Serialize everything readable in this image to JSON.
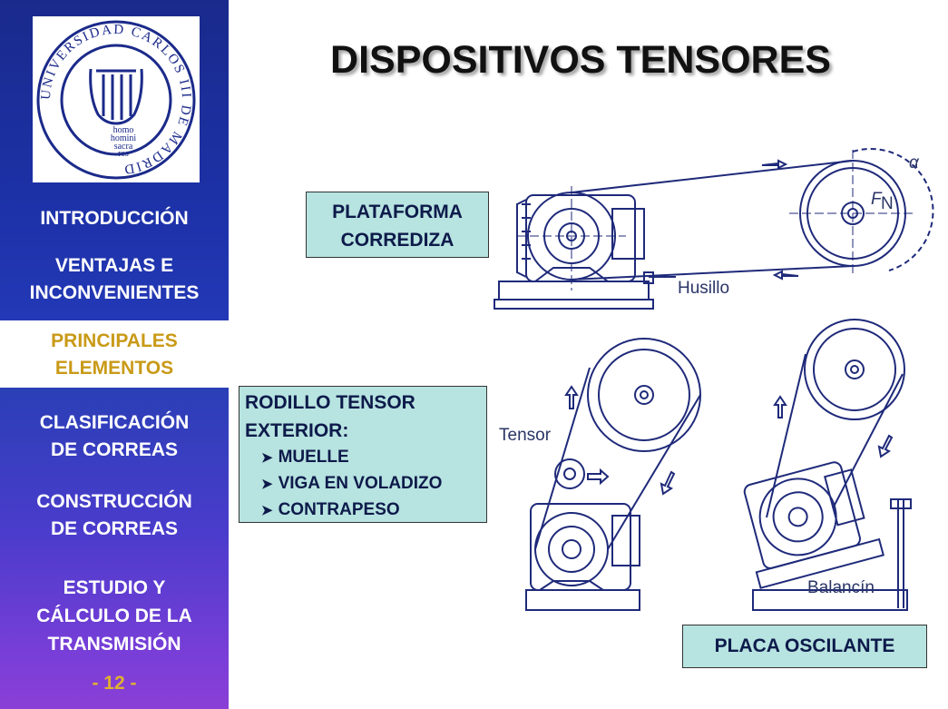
{
  "sidebar": {
    "logo": {
      "ring_text": "UNIVERSIDAD CARLOS III DE MADRID",
      "motto": [
        "homo",
        "homini",
        "sacra",
        "res"
      ]
    },
    "items": [
      {
        "label": "INTRODUCCIÓN"
      },
      {
        "label": "VENTAJAS E"
      },
      {
        "label": "INCONVENIENTES"
      },
      {
        "label": "PRINCIPALES"
      },
      {
        "label": "ELEMENTOS"
      },
      {
        "label": "CLASIFICACIÓN"
      },
      {
        "label": "DE CORREAS"
      },
      {
        "label": "CONSTRUCCIÓN"
      },
      {
        "label": "DE CORREAS"
      },
      {
        "label": "ESTUDIO Y"
      },
      {
        "label": "CÁLCULO DE LA"
      },
      {
        "label": "TRANSMISIÓN"
      }
    ],
    "page_number": "- 12 -"
  },
  "main": {
    "title": "DISPOSITIVOS TENSORES",
    "label_plataforma": [
      "PLATAFORMA",
      "CORREDIZA"
    ],
    "label_rodillo": [
      "RODILLO TENSOR",
      "EXTERIOR:"
    ],
    "rodillo_items": [
      "MUELLE",
      "VIGA EN VOLADIZO",
      "CONTRAPESO"
    ],
    "label_placa": "PLACA OSCILANTE"
  },
  "drawing": {
    "husillo": "Husillo",
    "tensor": "Tensor",
    "balancin": "Balancín",
    "alpha": "α",
    "fn": "F",
    "fn_sub": "N"
  },
  "colors": {
    "sidebar_top": "#1c31a6",
    "sidebar_bottom": "#8a3fd6",
    "active_item": "#c99a17",
    "label_box": "#b7e3e0",
    "drawing_lines": "#1f2a7a"
  }
}
